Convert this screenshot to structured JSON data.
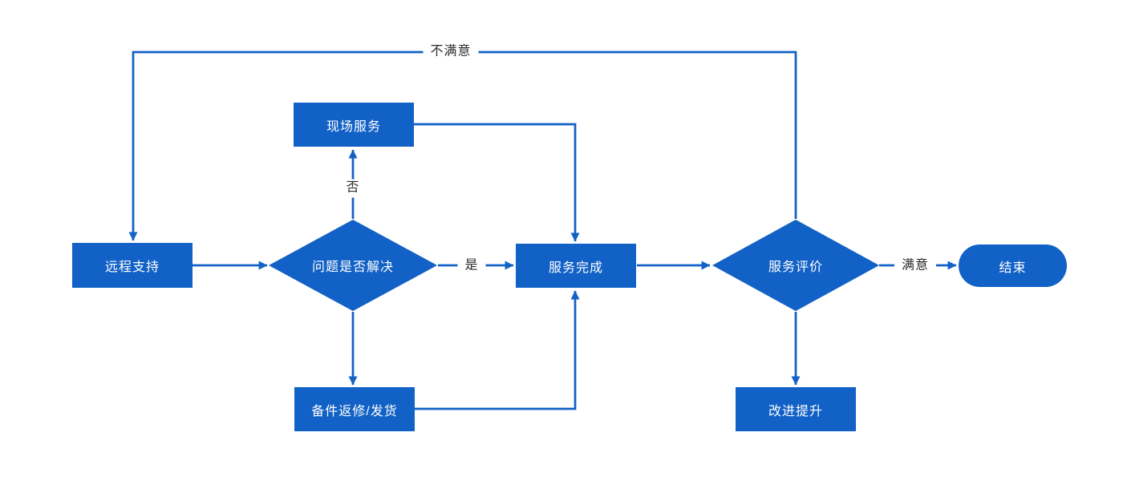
{
  "diagram": {
    "title": "after-sales-service-flowchart",
    "colors": {
      "accent": "#1261C6",
      "node_text": "#FFFFFF",
      "edge_label_text": "#2B2B2B",
      "background": "#FFFFFF"
    },
    "nodes": {
      "remote_support": {
        "label": "远程支持",
        "type": "process"
      },
      "problem_solved": {
        "label": "问题是否解决",
        "type": "decision"
      },
      "onsite_service": {
        "label": "现场服务",
        "type": "process"
      },
      "service_complete": {
        "label": "服务完成",
        "type": "process"
      },
      "spare_parts": {
        "label": "备件返修/发货",
        "type": "process"
      },
      "service_evaluation": {
        "label": "服务评价",
        "type": "decision"
      },
      "improvement": {
        "label": "改进提升",
        "type": "process"
      },
      "end": {
        "label": "结束",
        "type": "terminator"
      }
    },
    "edge_labels": {
      "no": "否",
      "yes": "是",
      "satisfied": "满意",
      "unsatisfied": "不满意"
    }
  }
}
